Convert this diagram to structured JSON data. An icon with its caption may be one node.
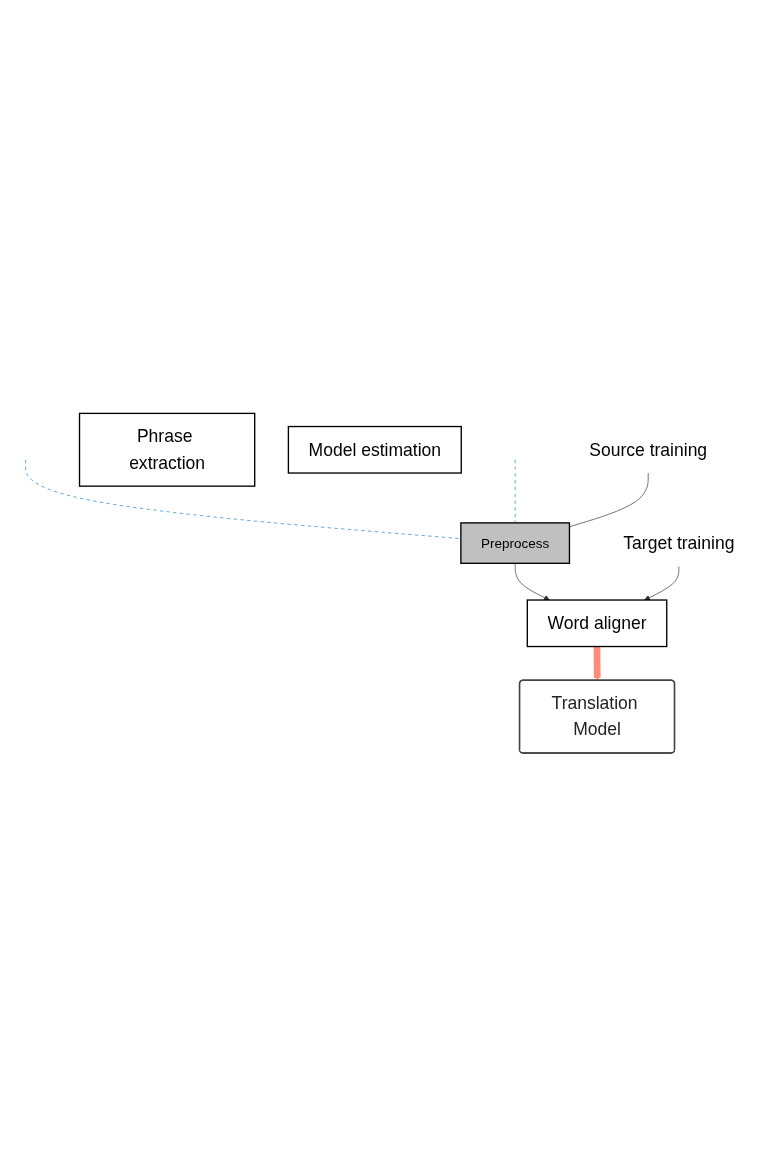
{
  "diagram": {
    "nodes": [
      {
        "text": [
          "Source training"
        ]
      },
      {
        "text": [
          "Preprocess"
        ]
      },
      {
        "text": [
          "Target training"
        ]
      },
      {
        "text": [
          "Word aligner"
        ]
      },
      {
        "text": [
          "Phrase extraction"
        ]
      },
      {
        "text": [
          "Model estimation"
        ]
      },
      {
        "text": [
          "Translation Model"
        ]
      }
    ],
    "edges": [
      {
        "from": null,
        "to": 1,
        "arrow": "none",
        "style": "dashed",
        "color": "#1a7fd0"
      },
      {
        "from": null,
        "to": 1,
        "arrow": "none",
        "style": "dashed",
        "color": "#1a7fd0"
      },
      {
        "from": 0,
        "to": 1,
        "arrow": "none"
      },
      {
        "from": 1,
        "to": 3,
        "arrow": "to"
      },
      {
        "from": 2,
        "to": 3,
        "arrow": "to"
      },
      {
        "from": 3,
        "to": 6,
        "arrow": "to",
        "style": "thick",
        "color": "#ff8a75"
      }
    ]
  }
}
